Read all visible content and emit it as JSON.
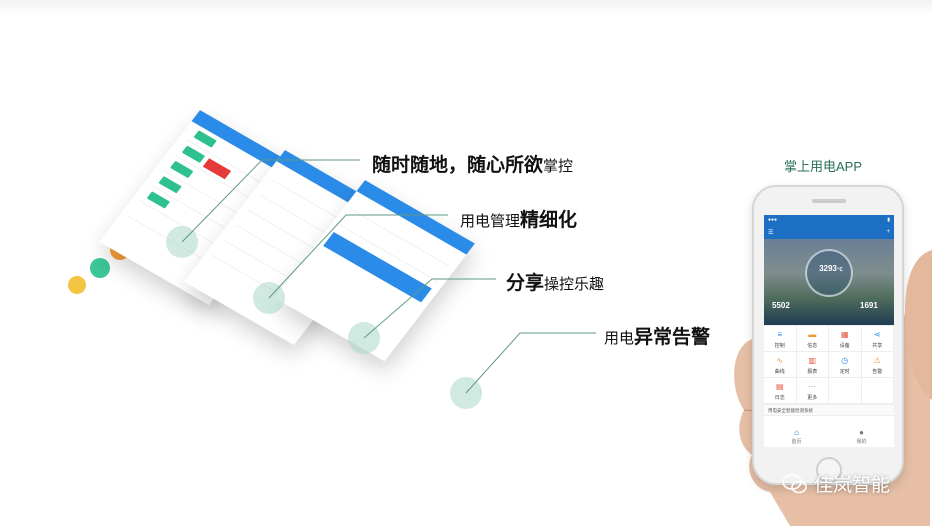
{
  "features": [
    {
      "bold": "随时随地，随心所欲",
      "normal": "掌控"
    },
    {
      "normal": "用电管理",
      "bold": "精细化"
    },
    {
      "bold": "分享",
      "normal": "操控乐趣"
    },
    {
      "normal": "用电",
      "bold": "异常告警"
    }
  ],
  "app_title": "掌上用电APP",
  "phone": {
    "hero_value": "3293",
    "hero_value_unit": "℃",
    "stat_left": "5502",
    "stat_right": "1691",
    "grid": [
      {
        "label": "控制",
        "icon": "sliders-icon"
      },
      {
        "label": "信息",
        "icon": "folder-icon"
      },
      {
        "label": "设备",
        "icon": "device-grid-icon"
      },
      {
        "label": "共享",
        "icon": "share-icon"
      },
      {
        "label": "曲线",
        "icon": "line-chart-icon"
      },
      {
        "label": "报表",
        "icon": "bar-chart-icon"
      },
      {
        "label": "定时",
        "icon": "clock-icon"
      },
      {
        "label": "告警",
        "icon": "warning-icon"
      },
      {
        "label": "日志",
        "icon": "log-icon"
      },
      {
        "label": "更多",
        "icon": "more-icon"
      }
    ],
    "notice_text": "用电安全智能检测系统",
    "tabs": [
      {
        "label": "首页",
        "icon": "home-icon"
      },
      {
        "label": "我的",
        "icon": "user-icon"
      }
    ]
  },
  "watermark": "佳岚智能",
  "colors": {
    "primary_blue": "#2a8be8",
    "accent_green": "#2fc18d",
    "alert_red": "#e63a3a",
    "halo_mint": "#aad7c8",
    "line_teal": "#5c9a86"
  }
}
